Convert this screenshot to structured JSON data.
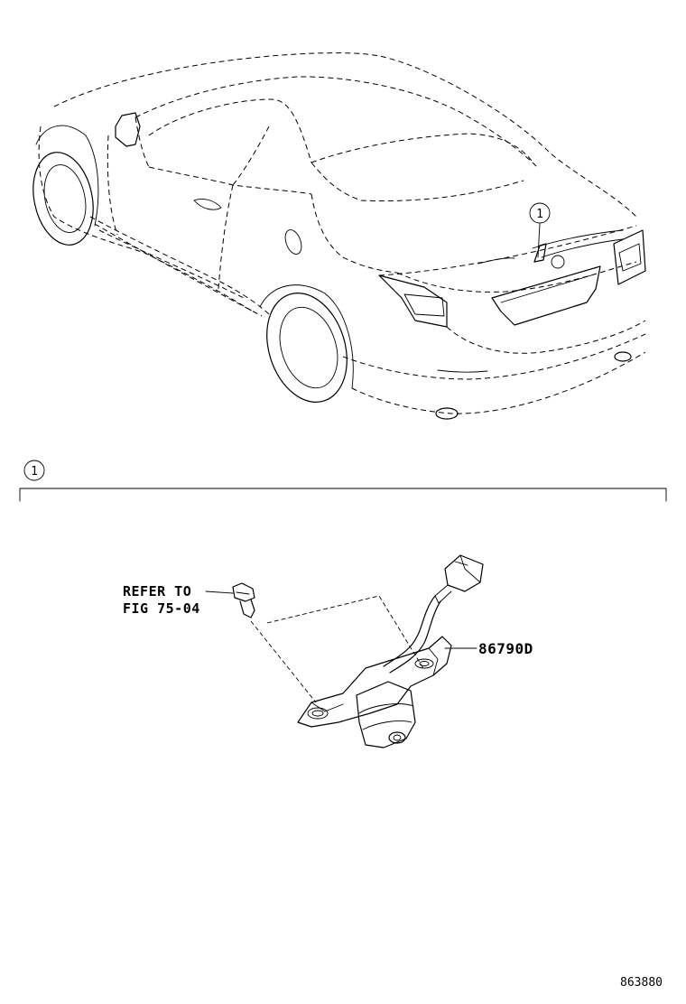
{
  "diagram": {
    "overview_callout": "1",
    "detail_callout": "1",
    "refer_line1": "REFER TO",
    "refer_line2": "FIG 75-04",
    "part_number": "86790D",
    "figure_id": "863880"
  }
}
